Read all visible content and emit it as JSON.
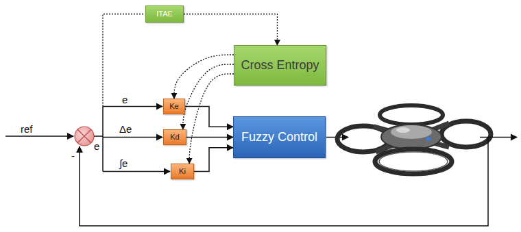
{
  "diagram": {
    "nodes": [
      {
        "text": [
          "ITAE"
        ]
      },
      {
        "text": [
          "Cross Entropy"
        ]
      },
      {
        "text": [
          "Ke"
        ]
      },
      {
        "text": [
          "Kd"
        ]
      },
      {
        "text": [
          "Ki"
        ]
      },
      {
        "text": [
          "Fuzzy Control"
        ]
      }
    ],
    "edges": [
      {
        "from": 0,
        "to": 1,
        "arrow": "to"
      },
      {
        "from": 1,
        "to": 2,
        "arrow": "to"
      },
      {
        "from": 1,
        "to": 3,
        "arrow": "to"
      },
      {
        "from": 1,
        "to": 4,
        "arrow": "to"
      },
      {
        "from": 2,
        "to": 5,
        "arrow": "to"
      },
      {
        "from": 3,
        "to": 5,
        "arrow": "to"
      },
      {
        "from": 4,
        "to": 5,
        "arrow": "to"
      }
    ],
    "labels": [
      "ref",
      "-",
      "e",
      "e",
      "Δe",
      "∫e"
    ]
  }
}
